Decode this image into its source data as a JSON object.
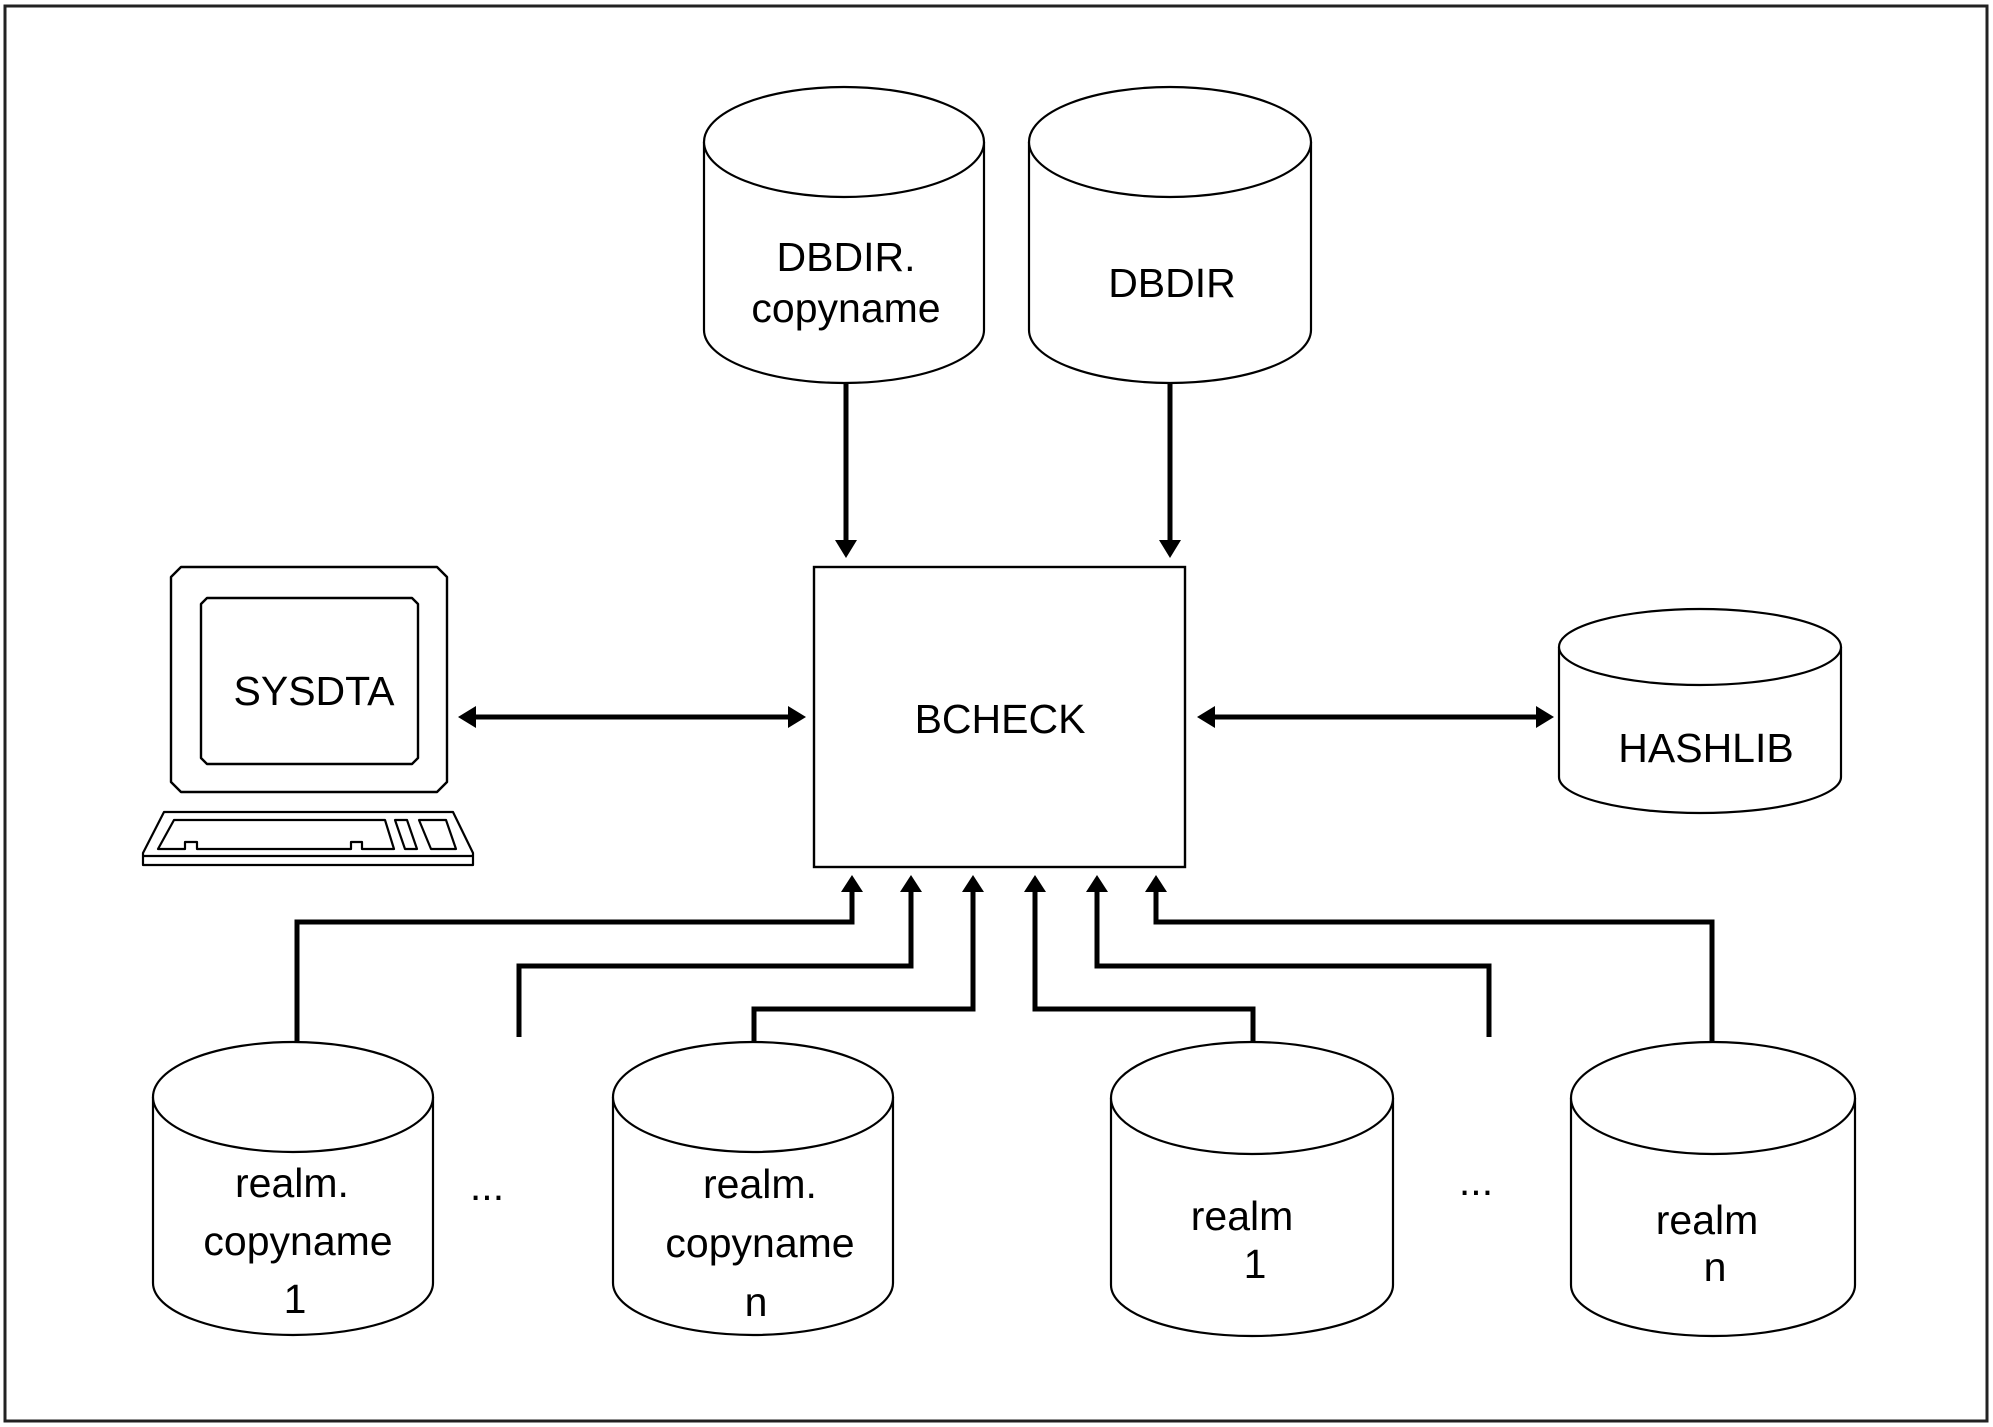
{
  "diagram": {
    "central_process": {
      "label": "BCHECK"
    },
    "terminal": {
      "label": "SYSDTA",
      "icon": "computer-terminal-icon"
    },
    "databases_top": [
      {
        "id": "dbdir-copy",
        "lines": [
          "DBDIR.",
          "copyname"
        ],
        "direction": "into-bcheck"
      },
      {
        "id": "dbdir",
        "lines": [
          "DBDIR"
        ],
        "direction": "into-bcheck"
      }
    ],
    "hashlib": {
      "lines": [
        "HASHLIB"
      ],
      "direction": "bidirectional"
    },
    "terminal_link": {
      "direction": "bidirectional"
    },
    "databases_bottom": [
      {
        "id": "realm-copy-1",
        "lines": [
          "realm.",
          "copyname",
          "1"
        ],
        "direction": "into-bcheck"
      },
      {
        "id": "realm-copy-n",
        "lines": [
          "realm.",
          "copyname",
          "n"
        ],
        "direction": "into-bcheck"
      },
      {
        "id": "realm-1",
        "lines": [
          "realm",
          "1"
        ],
        "direction": "into-bcheck"
      },
      {
        "id": "realm-n",
        "lines": [
          "realm",
          "n"
        ],
        "direction": "into-bcheck"
      }
    ],
    "ellipsis": [
      "...",
      "..."
    ]
  }
}
